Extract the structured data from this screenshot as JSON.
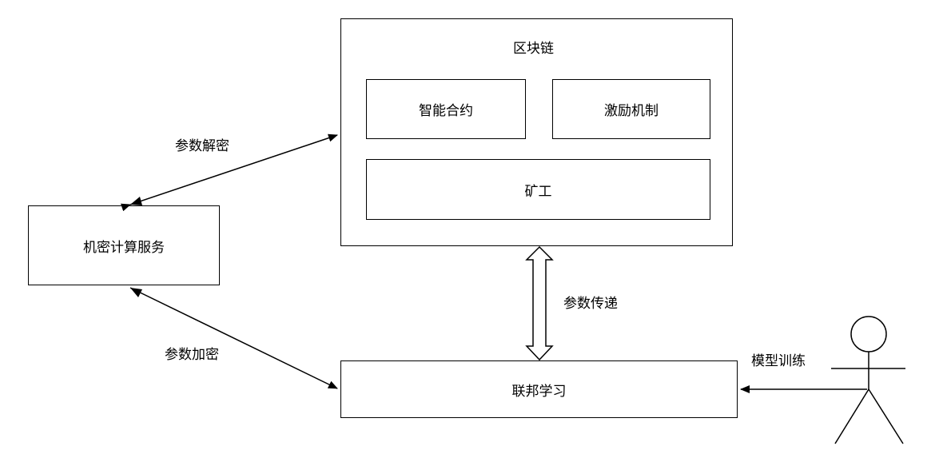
{
  "blockchain": {
    "title": "区块链",
    "smart_contract": "智能合约",
    "incentive": "激励机制",
    "miner": "矿工"
  },
  "crypto_service": {
    "label": "机密计算服务"
  },
  "federated_learning": {
    "label": "联邦学习"
  },
  "edges": {
    "param_decrypt": "参数解密",
    "param_encrypt": "参数加密",
    "param_transfer": "参数传递",
    "model_training": "模型训练"
  },
  "colors": {
    "stroke": "#000000",
    "background": "#ffffff"
  }
}
